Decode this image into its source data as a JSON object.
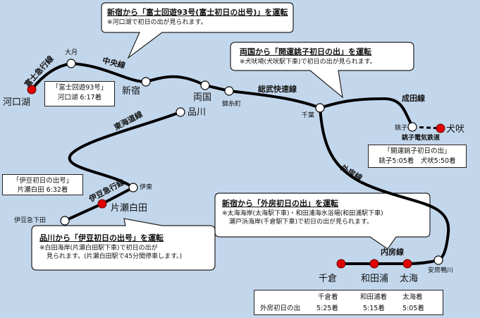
{
  "callouts": [
    {
      "title": "新宿から「富士回遊93号(富士初日の出号)」を運転",
      "note": "※河口湖で初日の出が見られます。"
    },
    {
      "title": "両国から「開運銚子初日の出」を運転",
      "note": "※犬吠埼(犬吠駅下車)で初日の出が見られます。"
    },
    {
      "title": "新宿から「外房初日の出」を運転",
      "note": "※太海海岸(太海駅下車)・和田浦海水浴場(和田浦駅下車)",
      "note2": "瀬戸浜海岸(千倉駅下車)で初日の出が見られます。"
    },
    {
      "title": "品川から「伊豆初日の出号」を運転",
      "note": "※白田海岸(片瀬白田駅下車)で初日の出が",
      "note2": "見られます。(片瀬白田駅で45分間停車します。)"
    }
  ],
  "info_boxes": [
    {
      "line1": "「富士回遊93号」",
      "line2": "河口湖 6:17着"
    },
    {
      "line1": "「開運銚子初日の出」",
      "line2": "銚子5:05着　犬吠5:50着"
    },
    {
      "line1": "「伊豆初日の出号」",
      "line2": "片瀬白田 6:32着"
    }
  ],
  "lines": {
    "fujikyu": "富士急行線",
    "chuo": "中央線",
    "sobu": "総武快速線",
    "narita": "成田線",
    "choshi_dentetsu": "銚子電気鉄道",
    "sotobo": "外房線",
    "uchibo": "内房線",
    "tokaido": "東海道線",
    "izukyu": "伊豆急行線"
  },
  "stations": {
    "kawaguchiko": "河口湖",
    "otsuki": "大月",
    "shinjuku": "新宿",
    "ryogoku": "両国",
    "kinshicho": "錦糸町",
    "chiba": "千葉",
    "choshi": "銚子",
    "inubo": "犬吠",
    "shinagawa": "品川",
    "ito": "伊東",
    "katase": "片瀬白田",
    "shimoda": "伊豆急下田",
    "kamogawa": "安房鴨川",
    "futomi": "太海",
    "wadaura": "和田浦",
    "chikura": "千倉"
  },
  "timetable": {
    "headers": [
      "千倉着",
      "和田浦着",
      "太海着"
    ],
    "row_label": "外房初日の出",
    "values": [
      "5:25着",
      "5:15着",
      "5:05着"
    ]
  },
  "colors": {
    "background": "#c3d7ec",
    "destination": "#e00000",
    "line": "#000000"
  }
}
